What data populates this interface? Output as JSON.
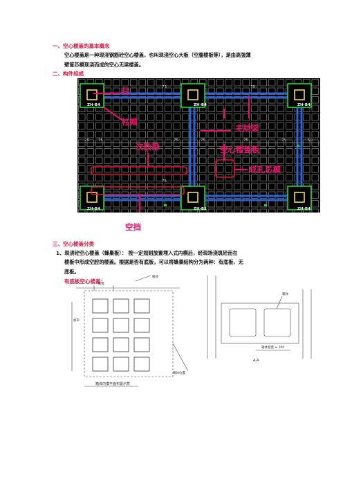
{
  "section1": {
    "heading": "一、空心楼盖的基本概念",
    "line1": "空心楼盖是一种现浇钢筋砼空心楼盖，也叫现浇空心大板（空腹楼板等），是由高强薄",
    "line2": "壁管芯模现浇而成的空心无梁楼盖。"
  },
  "section2": {
    "heading": "二、构件组成",
    "callouts": {
      "column": "柱",
      "column_cap": "柱帽",
      "main_rib": "主肋梁",
      "secondary_rib": "次肋梁",
      "hollow_slab": "空心楼盖板",
      "core_mold": "成孔芯模",
      "gap": "空挡"
    },
    "column_tags": [
      "ZH-B4",
      "ZH-B4",
      "ZH-B4",
      "ZH-B4",
      "ZH-B4",
      "ZH-B1"
    ],
    "dim_75": "75",
    "dim_50": "50"
  },
  "section3": {
    "heading": "三、空心楼盖分类",
    "item1_line1": "1、现浇砼空心楼盖（蜂巢板）：  按一定规则放置埋入式内模后，经现场浇筑砼而在",
    "item1_line2": "楼板中形成空腔的楼盖。根据是否有底板，可以将蜂巢结构分为两种：有底板、无",
    "item1_line3": "底板。",
    "subheading": "有底板空心楼盖："
  },
  "drawing1": {
    "caption": "箱体内模平面布置示意",
    "label_rib": "肋宽",
    "label_box": "箱体",
    "label_side": "板带",
    "label_bottom": "箱体位置"
  },
  "drawing2": {
    "section_label": "A-A",
    "label_box": "箱体",
    "label_width": "箱体宽度 ≥ 300"
  }
}
